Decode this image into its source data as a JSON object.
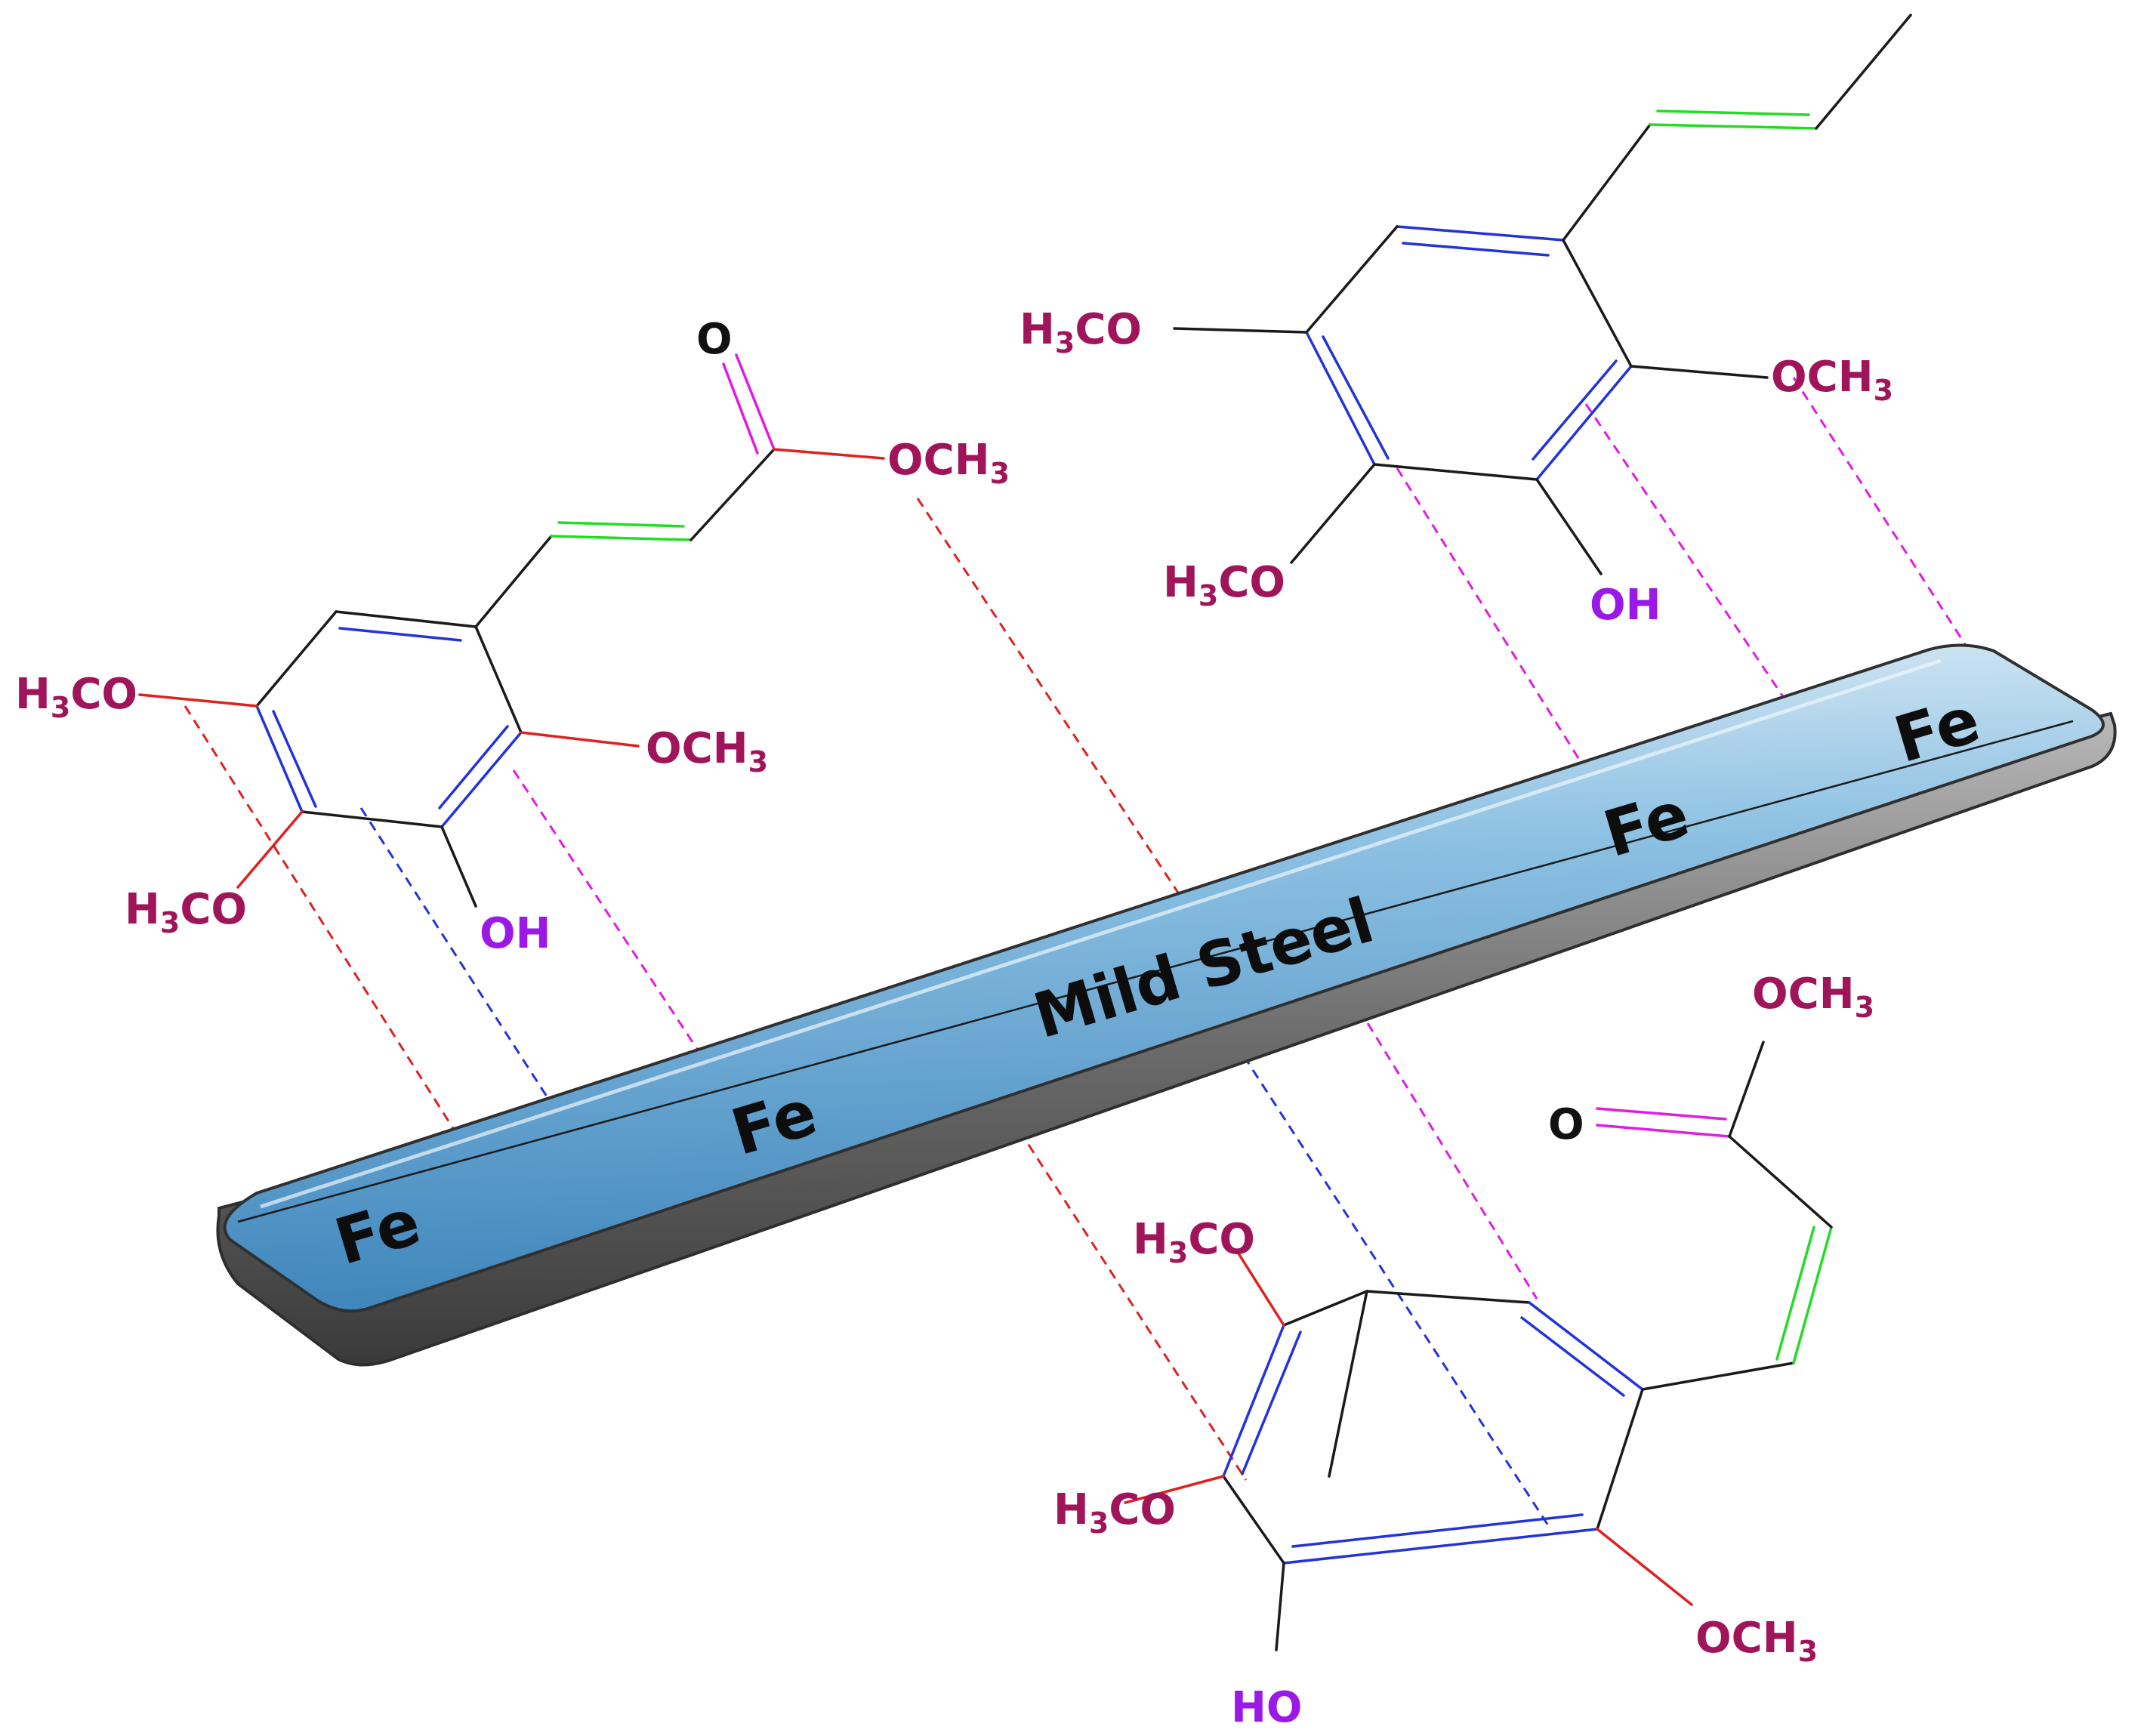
{
  "colors": {
    "single_bond": "#1a1a1a",
    "aromatic_bond": "#2233dd",
    "alkene_bond": "#22dd22",
    "carbonyl_bond": "#e31ae3",
    "oxy_bond": "#e02020",
    "interaction_red": "#e02020",
    "interaction_blue": "#2233dd",
    "interaction_magenta": "#e31ae3",
    "group_label": "#a0155a",
    "hydroxyl_label": "#9b19e6",
    "steel_face": "#5aa2cf",
    "steel_edge": "#7a7a7a"
  },
  "surface": {
    "title": "Mild Steel",
    "atom_label": "Fe"
  },
  "labels": {
    "methoxy_left": "H",
    "methoxy_left_sub": "3",
    "methoxy_left_tail": "CO",
    "methoxy_right_head": "OCH",
    "methoxy_right_sub": "3",
    "hydroxyl_oh": "OH",
    "hydroxyl_ho": "HO",
    "carbonyl_o": "O"
  }
}
